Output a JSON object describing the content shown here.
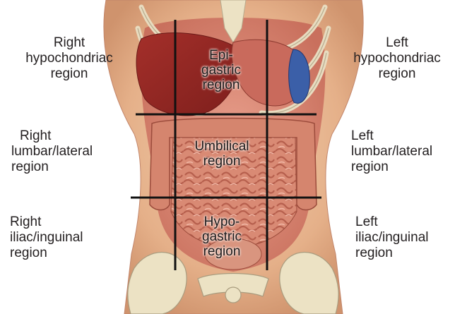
{
  "regions": {
    "right_hypochondriac": {
      "lines": [
        "Right",
        "hypochondriac",
        "region"
      ]
    },
    "epigastric": {
      "lines": [
        "Epi-",
        "gastric",
        "region"
      ]
    },
    "left_hypochondriac": {
      "lines": [
        "Left",
        "hypochondriac",
        "region"
      ]
    },
    "right_lumbar": {
      "lines": [
        "Right",
        "lumbar/lateral",
        "region"
      ]
    },
    "umbilical": {
      "lines": [
        "Umbilical",
        "region"
      ]
    },
    "left_lumbar": {
      "lines": [
        "Left",
        "lumbar/lateral",
        "region"
      ]
    },
    "right_iliac": {
      "lines": [
        "Right",
        "iliac/inguinal",
        "region"
      ]
    },
    "hypogastric": {
      "lines": [
        "Hypo-",
        "gastric",
        "region"
      ]
    },
    "left_iliac": {
      "lines": [
        "Left",
        "iliac/inguinal",
        "region"
      ]
    }
  },
  "colors": {
    "skin": "#e7b48c",
    "organ_red": "#b8453a",
    "intestine": "#d27a66",
    "bone": "#ece2c4",
    "grid_line": "#111111",
    "text": "#231f20"
  }
}
